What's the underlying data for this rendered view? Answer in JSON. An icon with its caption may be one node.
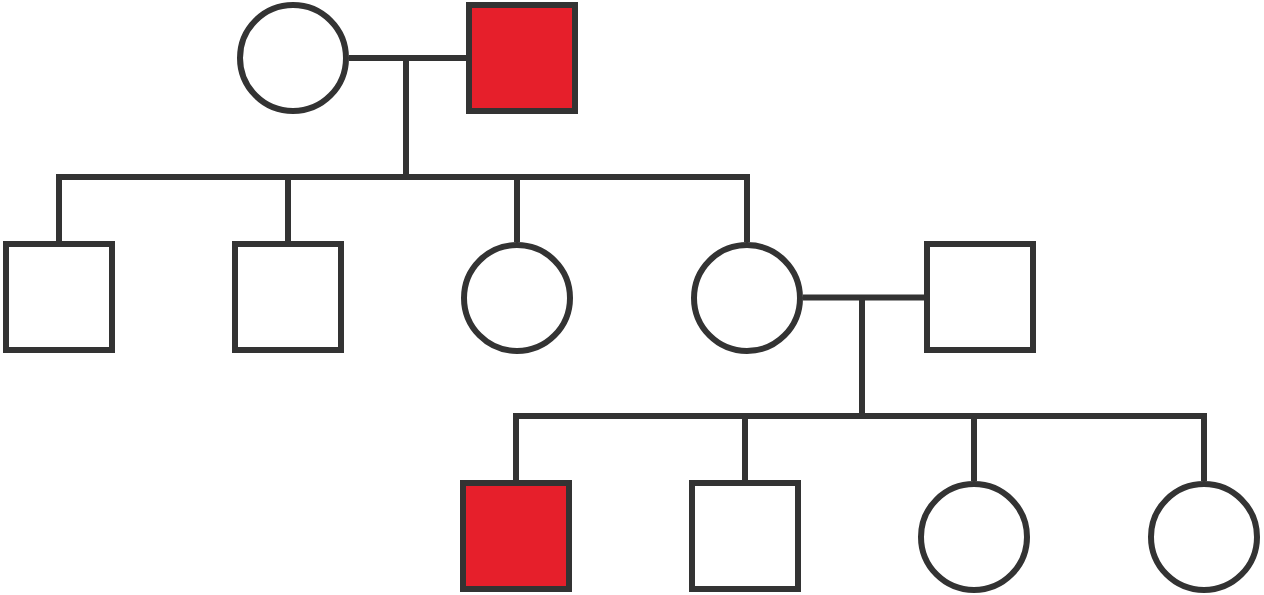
{
  "diagram": {
    "nodes": [
      {
        "text": [],
        "shape": "circle"
      },
      {
        "text": [],
        "shape": "box"
      },
      {
        "text": [],
        "shape": "box"
      },
      {
        "text": [],
        "shape": "box"
      },
      {
        "text": [],
        "shape": "circle"
      },
      {
        "text": [],
        "shape": "circle"
      },
      {
        "text": [],
        "shape": "box"
      },
      {
        "text": [],
        "shape": "box"
      },
      {
        "text": [],
        "shape": "box"
      },
      {
        "text": [],
        "shape": "circle"
      },
      {
        "text": [],
        "shape": "circle"
      }
    ],
    "edges": [
      {
        "from": 0,
        "to": 1,
        "arrow": "none"
      },
      {
        "from": 0,
        "to": 2,
        "arrow": "none"
      },
      {
        "from": 0,
        "to": 3,
        "arrow": "none"
      },
      {
        "from": 0,
        "to": 4,
        "arrow": "none"
      },
      {
        "from": 0,
        "to": 5,
        "arrow": "none"
      },
      {
        "from": 1,
        "to": 2,
        "arrow": "none"
      },
      {
        "from": 1,
        "to": 3,
        "arrow": "none"
      },
      {
        "from": 1,
        "to": 4,
        "arrow": "none"
      },
      {
        "from": 1,
        "to": 5,
        "arrow": "none"
      },
      {
        "from": 5,
        "to": 6,
        "arrow": "none"
      },
      {
        "from": 5,
        "to": 7,
        "arrow": "none"
      },
      {
        "from": 5,
        "to": 8,
        "arrow": "none"
      },
      {
        "from": 5,
        "to": 9,
        "arrow": "none"
      },
      {
        "from": 5,
        "to": 10,
        "arrow": "none"
      },
      {
        "from": 6,
        "to": 7,
        "arrow": "none"
      },
      {
        "from": 6,
        "to": 8,
        "arrow": "none"
      },
      {
        "from": 6,
        "to": 9,
        "arrow": "none"
      },
      {
        "from": 6,
        "to": 10,
        "arrow": "none"
      }
    ]
  }
}
